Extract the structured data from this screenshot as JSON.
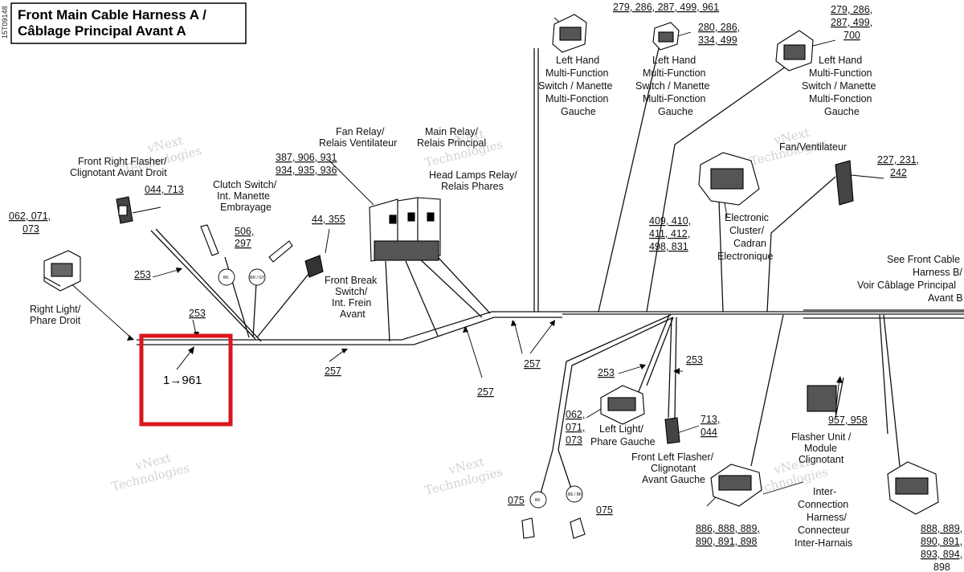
{
  "title": {
    "line1": "Front Main Cable Harness A /",
    "line2": "Câblage Principal Avant A"
  },
  "side_code": "15T09148",
  "callout": {
    "text": "1→961",
    "color": "#d9161c"
  },
  "watermark": {
    "line1": "vNext",
    "line2": "Technologies",
    "inline": "vNext Technologies"
  },
  "labels": {
    "lh1_refs": "279, 286, 287, 499, 961",
    "lh2_refs_1": "280, 286,",
    "lh2_refs_2": "334, 499",
    "lh3_refs_1": "279, 286,",
    "lh3_refs_2": "287, 499,",
    "lh3_refs_3": "700",
    "lh_switch_1": "Left Hand",
    "lh_switch_2": "Multi-Function",
    "lh_switch_3": "Switch / Manette",
    "lh_switch_4": "Multi-Fonction",
    "lh_switch_5": "Gauche",
    "fan_relay_1": "Fan Relay/",
    "fan_relay_2": "Relais Ventilateur",
    "fan_relay_refs_1": "387, 906, 931",
    "fan_relay_refs_2": "934, 935, 936",
    "main_relay_1": "Main Relay/",
    "main_relay_2": "Relais Principal",
    "head_relay_1": "Head Lamps Relay/",
    "head_relay_2": "Relais Phares",
    "front_right_flasher_1": "Front Right Flasher/",
    "front_right_flasher_2": "Clignotant Avant Droit",
    "frf_refs": "044, 713",
    "clutch_1": "Clutch Switch/",
    "clutch_2": "Int. Manette",
    "clutch_3": "Embrayage",
    "clutch_refs_1": "506,",
    "clutch_refs_2": "297",
    "brake_refs": "44, 355",
    "brake_1": "Front Break",
    "brake_2": "Switch/",
    "brake_3": "Int. Frein",
    "brake_4": "Avant",
    "rl_refs_1": "062, 071,",
    "rl_refs_2": "073",
    "right_light_1": "Right Light/",
    "right_light_2": "Phare Droit",
    "w253": "253",
    "w257": "257",
    "cluster_refs_1": "409, 410,",
    "cluster_refs_2": "411, 412,",
    "cluster_refs_3": "498, 831",
    "cluster_1": "Electronic",
    "cluster_2": "Cluster/",
    "cluster_3": "Cadran",
    "cluster_4": "Electronique",
    "fan_1": "Fan/Ventilateur",
    "fan_refs_1": "227, 231,",
    "fan_refs_2": "242",
    "see_front_1": "See Front Cable",
    "see_front_2": "Harness B/",
    "see_front_3": "Voir Câblage Principal",
    "see_front_4": "Avant B",
    "ll_refs_1": "062,",
    "ll_refs_2": "071,",
    "ll_refs_3": "073",
    "left_light_1": "Left Light/",
    "left_light_2": "Phare Gauche",
    "flf_refs_1": "713,",
    "flf_refs_2": "044",
    "flf_1": "Front Left Flasher/",
    "flf_2": "Clignotant",
    "flf_3": "Avant Gauche",
    "flasher_refs": "957, 958",
    "flasher_1": "Flasher Unit /",
    "flasher_2": "Module",
    "flasher_3": "Clignotant",
    "inter_1": "Inter-",
    "inter_2": "Connection",
    "inter_3": "Harness/",
    "inter_4": "Connecteur",
    "inter_5": "Inter-Harnais",
    "ic1_refs_1": "886, 888, 889,",
    "ic1_refs_2": "890, 891, 898",
    "ic2_refs_1": "888, 889,",
    "ic2_refs_2": "890, 891,",
    "ic2_refs_3": "893, 894,",
    "ic2_refs_4": "898",
    "w075": "075",
    "bk": "BK",
    "br_gy": "BR / GY",
    "be_bk": "BE / BK"
  }
}
